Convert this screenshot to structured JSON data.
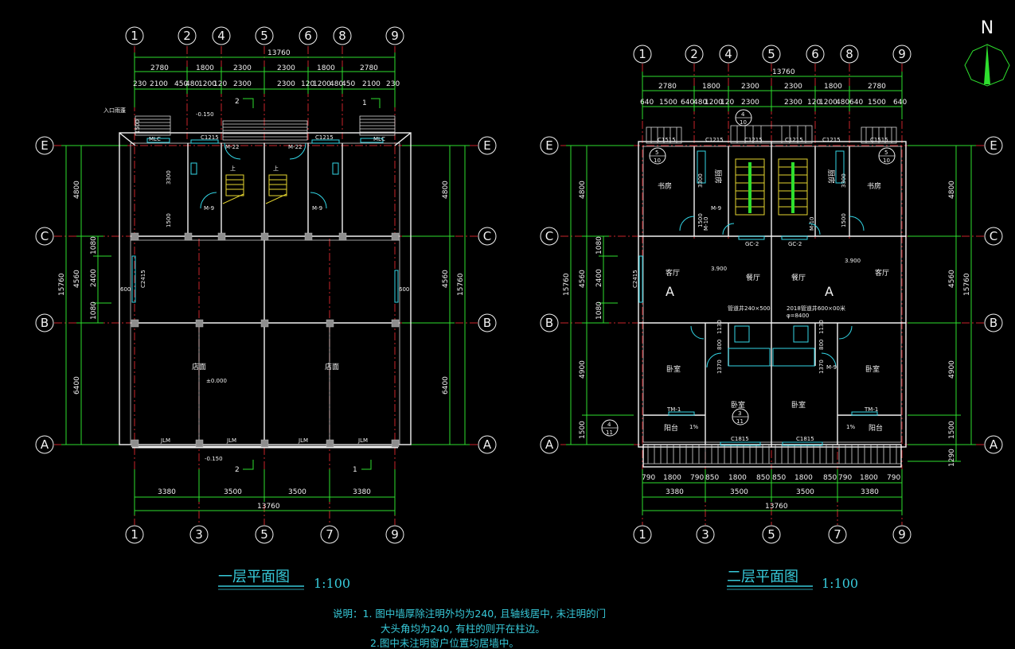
{
  "plans": [
    {
      "title": "一层平面图",
      "scale": "1:100",
      "top_axes": [
        "1",
        "2",
        "4",
        "5",
        "6",
        "8",
        "9"
      ],
      "bottom_axes": [
        "1",
        "3",
        "5",
        "7",
        "9"
      ],
      "row_axes": [
        "E",
        "C",
        "B",
        "A"
      ],
      "top_total": "13760",
      "top_dims_row1": [
        "2780",
        "1800",
        "2300",
        "2300",
        "1800",
        "2780"
      ],
      "top_dims_row2": [
        "230",
        "2100",
        "450",
        "480",
        "1200",
        "120",
        "2300",
        "2300",
        "120",
        "1200",
        "480",
        "450",
        "2100",
        "230"
      ],
      "bottom_dims": [
        "3380",
        "3500",
        "3500",
        "3380"
      ],
      "bottom_total": "13760",
      "left_dims_outer": "15760",
      "left_dims_mid": [
        "4800",
        "4560",
        "6400"
      ],
      "left_dims_inner": [
        "1080",
        "2400",
        "1080"
      ],
      "right_dims_mid": [
        "4800",
        "4560",
        "6400"
      ],
      "right_dims_outer": "15760",
      "labels": {
        "entrance": "入口雨蓬",
        "level_entry": "-0.150",
        "level_front": "-0.150",
        "level_floor": "±0.000",
        "shop_left": "店面",
        "shop_right": "店面",
        "door_m22_l": "M-22",
        "door_m22_r": "M-22",
        "door_m9_l": "M-9",
        "door_m9_r": "M-9",
        "win_c1215_l": "C1215",
        "win_c1215_r": "C1215",
        "win_c2415": "C2415",
        "mlc_l": "MLC",
        "mlc_r": "MLC",
        "jlm": [
          "JLM",
          "JLM",
          "JLM",
          "JLM"
        ],
        "dim_1500": "1500",
        "dim_3300": "3300",
        "dim_1500b": "1500",
        "dim_600_l": "600",
        "dim_600_r": "600",
        "sec2_top": "2",
        "sec1_top": "1",
        "sec2_bot": "2",
        "sec1_bot": "1",
        "up_l": "上",
        "up_r": "上"
      }
    },
    {
      "title": "二层平面图",
      "scale": "1:100",
      "top_axes": [
        "1",
        "2",
        "4",
        "5",
        "6",
        "8",
        "9"
      ],
      "bottom_axes": [
        "1",
        "3",
        "5",
        "7",
        "9"
      ],
      "row_axes": [
        "E",
        "C",
        "B",
        "A"
      ],
      "top_total": "13760",
      "top_dims_row1": [
        "2780",
        "1800",
        "2300",
        "2300",
        "1800",
        "2780"
      ],
      "top_dims_row2": [
        "640",
        "1500",
        "640",
        "480",
        "1200",
        "120",
        "2300",
        "2300",
        "120",
        "1200",
        "480",
        "640",
        "1500",
        "640"
      ],
      "bottom_dims_row1": [
        "790",
        "1800",
        "790",
        "850",
        "1800",
        "850",
        "850",
        "1800",
        "850",
        "790",
        "1800",
        "790"
      ],
      "bottom_dims_row2": [
        "3380",
        "3500",
        "3500",
        "3380"
      ],
      "bottom_total": "13760",
      "left_dims_outer": "15760",
      "left_dims_mid": [
        "4800",
        "4560",
        "4900",
        "1500"
      ],
      "left_dims_inner": [
        "1080",
        "2400",
        "1080"
      ],
      "right_dims_mid": [
        "4800",
        "4560",
        "4900",
        "1500"
      ],
      "right_dims_outer": "15760",
      "right_extra": "1290",
      "labels": {
        "study_l": "书房",
        "study_r": "书房",
        "kitchen_l": "厨房",
        "kitchen_r": "厨房",
        "living_l": "客厅",
        "living_r": "客厅",
        "dining_l": "餐厅",
        "dining_r": "餐厅",
        "level": "3.900",
        "bed_ll": "卧室",
        "bed_lm": "卧室",
        "bed_rm": "卧室",
        "bed_rr": "卧室",
        "balcony_l": "阳台",
        "balcony_r": "阳台",
        "slope_l": "1%",
        "slope_r": "1%",
        "unit_l": "A",
        "unit_r": "A",
        "gc2_l": "GC-2",
        "gc2_r": "GC-2",
        "c1515_l": "C1515",
        "c1515_r": "C1515",
        "c1215_a": "C1215",
        "c1215_b": "C1215",
        "c1215_c": "C1215",
        "c1215_d": "C1215",
        "c1815_l": "C1815",
        "c1815_r": "C1815",
        "c2415": "C2415",
        "tm1_l": "TM-1",
        "tm1_r": "TM-1",
        "m9": "M-9",
        "m10": "M-10",
        "note_pipe_l": "管道井240×500",
        "note_pipe_r": "2018管道井600×00米",
        "note_pipe_r2": "φ=8400",
        "ref_top_num": "4",
        "ref_top_den": "10",
        "ref5_l_num": "5",
        "ref5_l_den": "10",
        "ref5_r_num": "5",
        "ref5_r_den": "10",
        "ref4_num": "4",
        "ref4_den": "11",
        "ref3_num": "3",
        "ref3_den": "11",
        "dims_bath_l": [
          "1370",
          "800",
          "1130"
        ],
        "dims_bath_r": [
          "1370",
          "800",
          "1130"
        ],
        "dim_3300_l": "3300",
        "dim_3300_r": "3300",
        "dim_1500_l": "1500",
        "dim_1500_r": "1500"
      }
    }
  ],
  "north": "N",
  "notes": {
    "line1": "说明：1. 图中墙厚除注明外均为240, 且轴线居中, 未注明的门",
    "line2": "大头角均为240, 有柱的则开在柱边。",
    "line3": "2.图中未注明窗户位置均居墙中。"
  },
  "colors": {
    "background": "#000000",
    "axis": "#c8252a",
    "dimension": "#2ede2e",
    "wall": "#f2f2f2",
    "window": "#33d6e6",
    "stair": "#e6d630",
    "title": "#37c9d9"
  }
}
